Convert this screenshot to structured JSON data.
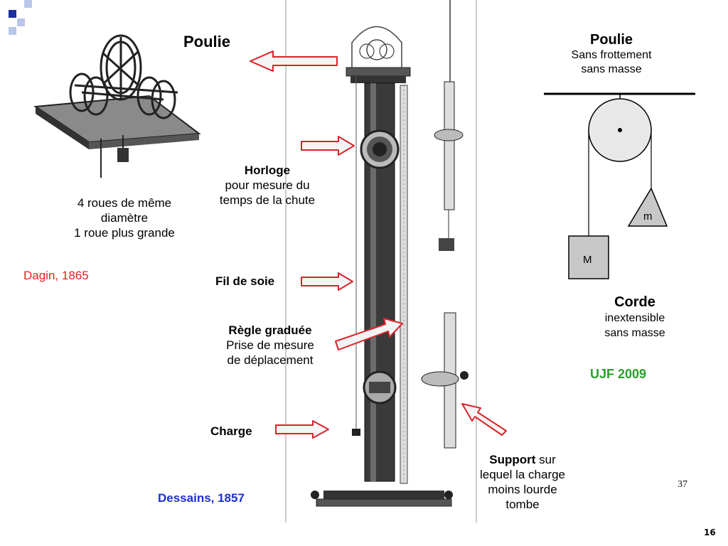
{
  "slide_number": "16",
  "page_ref": "37",
  "left_device": {
    "caption_line1": "4 roues de même",
    "caption_line2": "diamètre",
    "caption_line3": "1 roue plus grande",
    "credit": "Dagin, 1865",
    "credit_color": "#e8201c"
  },
  "center_device": {
    "credit": "Dessains, 1857",
    "credit_color": "#1d2fd0"
  },
  "labels": {
    "poulie_left": "Poulie",
    "horloge_title": "Horloge",
    "horloge_line1": "pour mesure du",
    "horloge_line2": "temps de la chute",
    "fil": "Fil de soie",
    "regle_title": "Règle graduée",
    "regle_line1": "Prise de mesure",
    "regle_line2": "de déplacement",
    "charge": "Charge",
    "support_title": "Support",
    "support_rest": " sur",
    "support_line2": "lequel la charge",
    "support_line3": "moins lourde",
    "support_line4": "tombe"
  },
  "schematic": {
    "poulie_title": "Poulie",
    "poulie_line1": "Sans frottement",
    "poulie_line2": "sans masse",
    "mass_big": "M",
    "mass_small": "m",
    "corde_title": "Corde",
    "corde_line1": "inextensible",
    "corde_line2": "sans masse",
    "credit": "UJF 2009",
    "credit_color": "#2aa02a"
  },
  "colors": {
    "arrow_fill": "#f4f4f4",
    "arrow_stroke": "#d8242a",
    "deco_blue": "#1c2f9e",
    "deco_light": "#b9c6ea"
  }
}
